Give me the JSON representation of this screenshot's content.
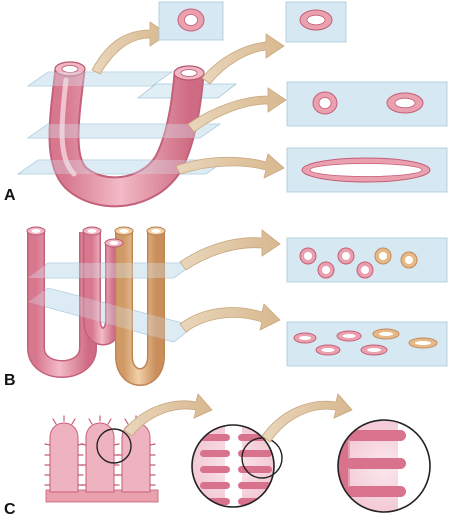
{
  "labels": {
    "panel_a": "A",
    "panel_b": "B",
    "panel_c": "C"
  },
  "colors": {
    "tube_pink": "#e9a1b0",
    "tube_pink_dark": "#c75d76",
    "tube_tan": "#e6b988",
    "tube_tan_dark": "#c58a58",
    "plane_fill": "#d6e8f2",
    "plane_stroke": "#a9c8da",
    "arrow_fill": "#e7cfae",
    "arrow_stroke": "#c8a77e",
    "lumen": "#ffffff",
    "label_text": "#111111"
  },
  "icons": [
    "curved-tube-section-illustration",
    "parallel-tubes-section-illustration",
    "villi-zoom-illustration"
  ]
}
